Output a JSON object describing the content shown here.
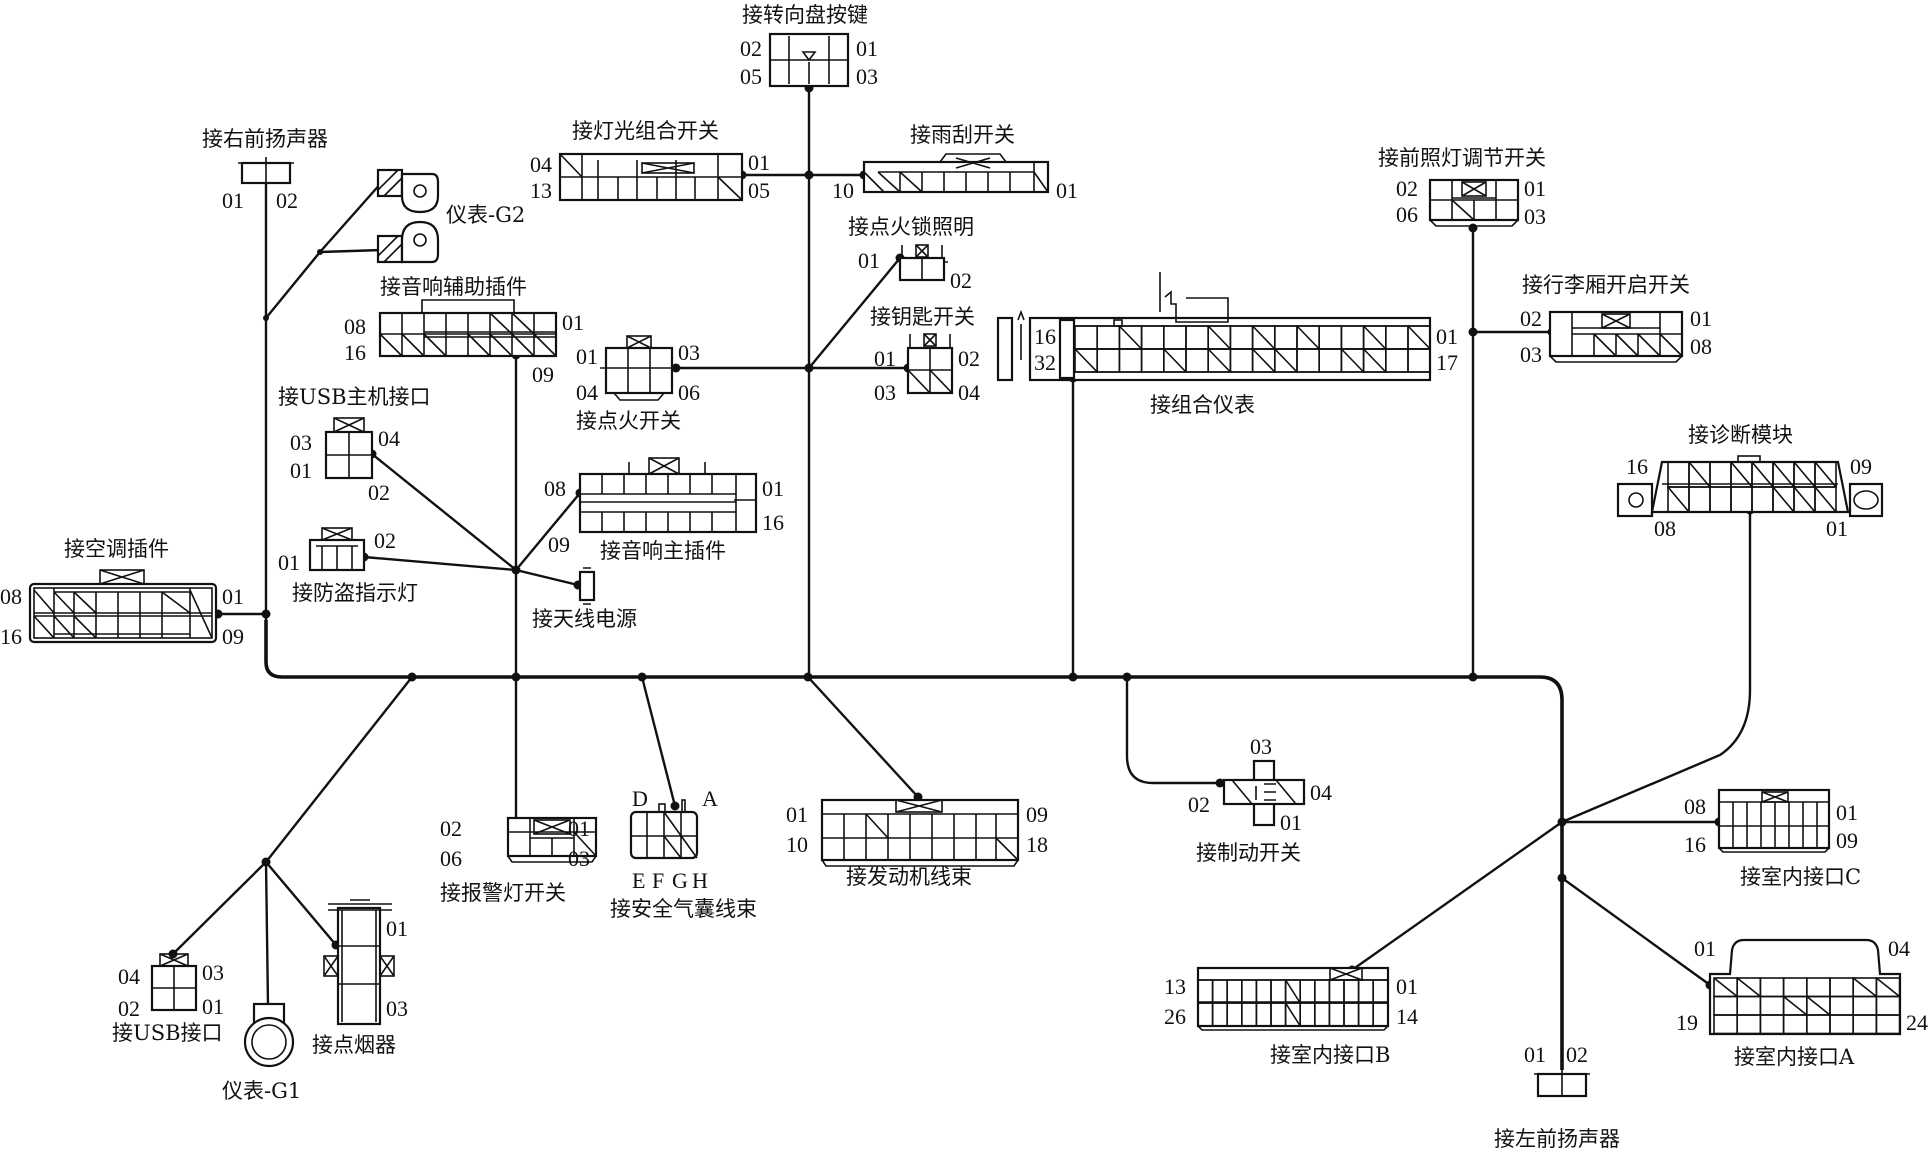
{
  "title": "仪表线束连接器位置图",
  "colors": {
    "line": "#111111",
    "background": "#ffffff"
  },
  "connectors": {
    "steering_buttons": {
      "label": "接转向盘按键",
      "pins": [
        "02",
        "01",
        "05",
        "03"
      ]
    },
    "light_switch": {
      "label": "接灯光组合开关",
      "pins": [
        "04",
        "13",
        "01",
        "05"
      ]
    },
    "wiper_switch": {
      "label": "接雨刮开关",
      "pins": [
        "10",
        "01"
      ]
    },
    "right_front_speaker": {
      "label": "接右前扬声器",
      "pins": [
        "01",
        "02"
      ]
    },
    "gauge_g2": {
      "label": "仪表-G2"
    },
    "audio_aux": {
      "label": "接音响辅助插件",
      "pins": [
        "08",
        "16",
        "01",
        "09"
      ]
    },
    "ignition_lock_light": {
      "label": "接点火锁照明",
      "pins": [
        "01",
        "02"
      ]
    },
    "key_switch": {
      "label": "接钥匙开关",
      "pins": [
        "01",
        "02",
        "03",
        "04"
      ]
    },
    "ignition_switch": {
      "label": "接点火开关",
      "pins": [
        "01",
        "03",
        "04",
        "06"
      ]
    },
    "combination_meter": {
      "label": "接组合仪表",
      "pins": [
        "16",
        "32",
        "01",
        "17"
      ]
    },
    "headlamp_level_switch": {
      "label": "接前照灯调节开关",
      "pins": [
        "02",
        "01",
        "06",
        "03"
      ]
    },
    "trunk_switch": {
      "label": "接行李厢开启开关",
      "pins": [
        "02",
        "01",
        "03",
        "08"
      ]
    },
    "usb_host": {
      "label": "接USB主机接口",
      "pins": [
        "03",
        "04",
        "01",
        "02"
      ]
    },
    "audio_main": {
      "label": "接音响主插件",
      "pins": [
        "08",
        "01",
        "16",
        "09"
      ]
    },
    "diagnostic": {
      "label": "接诊断模块",
      "pins": [
        "16",
        "09",
        "08",
        "01"
      ]
    },
    "ac_plug": {
      "label": "接空调插件",
      "pins": [
        "08",
        "16",
        "01",
        "09"
      ]
    },
    "antitheft_lamp": {
      "label": "接防盗指示灯",
      "pins": [
        "01",
        "02"
      ]
    },
    "antenna_power": {
      "label": "接天线电源"
    },
    "hazard_switch": {
      "label": "接报警灯开关",
      "pins": [
        "02",
        "01",
        "06",
        "03"
      ]
    },
    "airbag_harness": {
      "label": "接安全气囊线束",
      "pins_top": [
        "D",
        "A"
      ],
      "pins_bottom": [
        "E",
        "F",
        "G",
        "H"
      ]
    },
    "engine_harness": {
      "label": "接发动机线束",
      "pins": [
        "01",
        "09",
        "10",
        "18"
      ]
    },
    "brake_switch": {
      "label": "接制动开关",
      "pins": [
        "03",
        "02",
        "04",
        "01"
      ]
    },
    "interior_c": {
      "label": "接室内接口C",
      "pins": [
        "08",
        "01",
        "16",
        "09"
      ]
    },
    "usb_port": {
      "label": "接USB接口",
      "pins": [
        "04",
        "03",
        "02",
        "01"
      ]
    },
    "gauge_g1": {
      "label": "仪表-G1"
    },
    "cigarette_lighter": {
      "label": "接点烟器",
      "pins": [
        "01",
        "03"
      ]
    },
    "interior_b": {
      "label": "接室内接口B",
      "pins": [
        "13",
        "01",
        "26",
        "14"
      ]
    },
    "interior_a": {
      "label": "接室内接口A",
      "pins": [
        "01",
        "04",
        "19",
        "24"
      ]
    },
    "left_front_speaker": {
      "label": "接左前扬声器",
      "pins": [
        "01",
        "02"
      ]
    }
  }
}
